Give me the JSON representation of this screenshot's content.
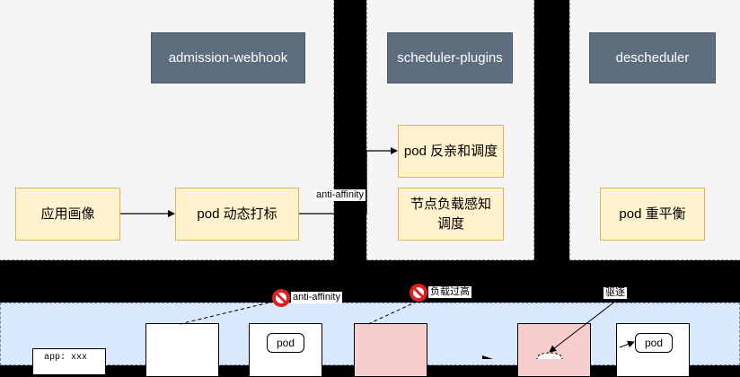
{
  "top_row": {
    "admission_webhook": "admission-webhook",
    "scheduler_plugins": "scheduler-plugins",
    "descheduler": "descheduler"
  },
  "boxes": {
    "app_profile": "应用画像",
    "pod_labeling": "pod 动态打标",
    "pod_anti_affinity_scheduling": "pod 反亲和调度",
    "load_aware_scheduling_line1": "节点负载感知",
    "load_aware_scheduling_line2": "调度",
    "pod_rebalance": "pod 重平衡"
  },
  "edge_labels": {
    "anti_affinity": "anti-affinity",
    "anti_affinity_blocked": "anti-affinity",
    "load_high": "负载过高",
    "evict": "驱逐"
  },
  "bottom": {
    "pod_label_1": "pod",
    "pod_label_2": "pod",
    "partial_text": "app: xxx"
  },
  "colors": {
    "panel": "#f5f5f5",
    "dark_box": "#5d6d7e",
    "yellow_fill": "#fff2cc",
    "yellow_border": "#d6b656",
    "bottom_panel": "#dae8fc",
    "pink_fill": "#f8cecc",
    "forbidden_icon": "#e02020"
  }
}
